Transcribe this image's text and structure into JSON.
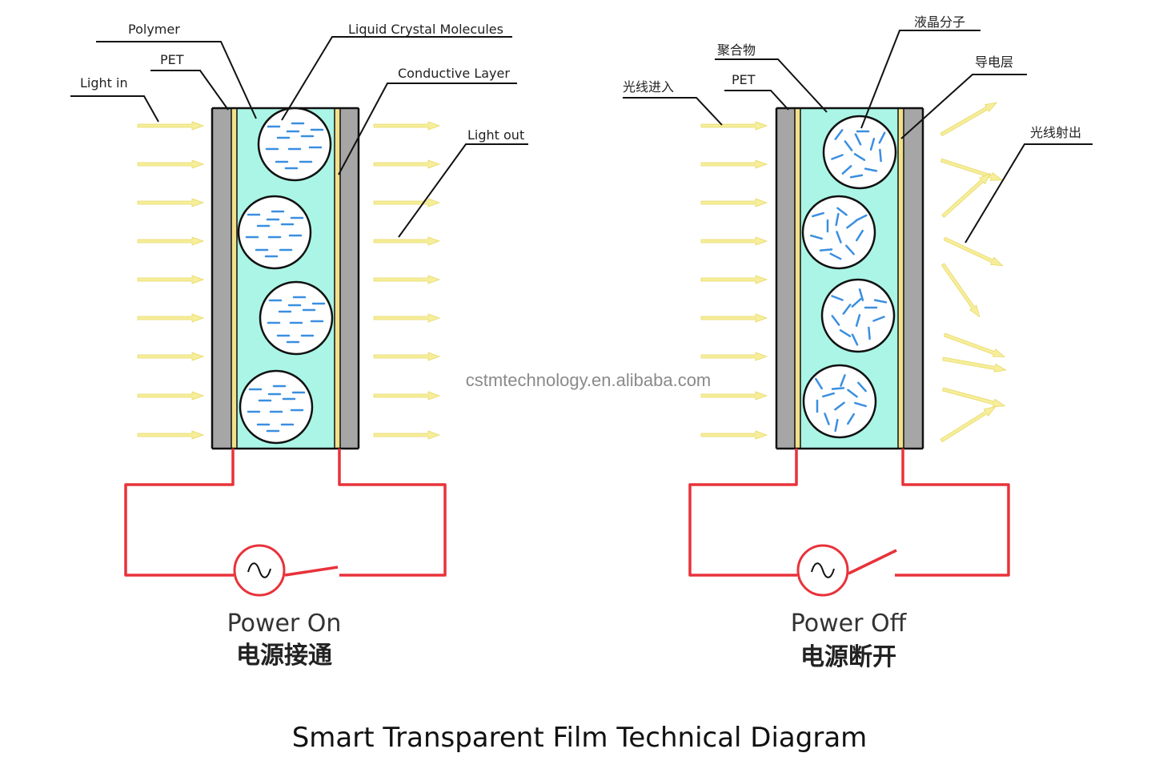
{
  "title": "Smart Transparent Film Technical Diagram",
  "watermark": "cstmtechnology.en.alibaba.com",
  "panels": {
    "on": {
      "labels": {
        "polymer": "Polymer",
        "pet": "PET",
        "light_in": "Light in",
        "liquid_crystal": "Liquid Crystal Molecules",
        "conductive": "Conductive Layer",
        "light_out": "Light out"
      },
      "caption_en": "Power On",
      "caption_zh": "电源接通",
      "state": "aligned"
    },
    "off": {
      "labels": {
        "liquid_crystal": "液晶分子",
        "polymer": "聚合物",
        "conductive": "导电层",
        "pet": "PET",
        "light_in": "光线进入",
        "light_out": "光线射出"
      },
      "caption_en": "Power Off",
      "caption_zh": "电源断开",
      "state": "scattered"
    }
  },
  "colors": {
    "polymer": "#aaf5e6",
    "pet": "#a6a6a6",
    "conductive": "#f2e08a",
    "molecule": "#3a8fe0",
    "circuit": "#e8323a",
    "light": "#f6ee9a"
  }
}
